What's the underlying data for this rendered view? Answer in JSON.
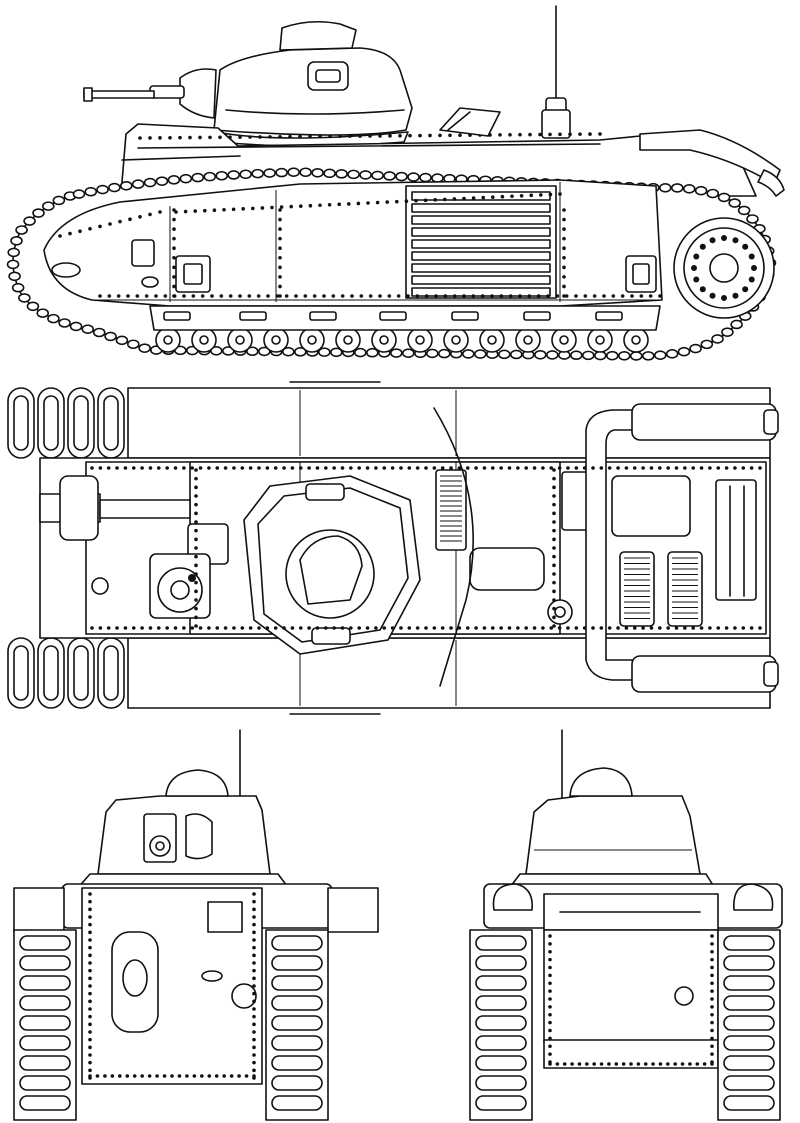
{
  "drawing": {
    "subject": "tank-technical-drawing",
    "views": [
      "side-view",
      "top-view",
      "front-view",
      "rear-view"
    ],
    "line_color": "#111111",
    "background_color": "#ffffff"
  }
}
